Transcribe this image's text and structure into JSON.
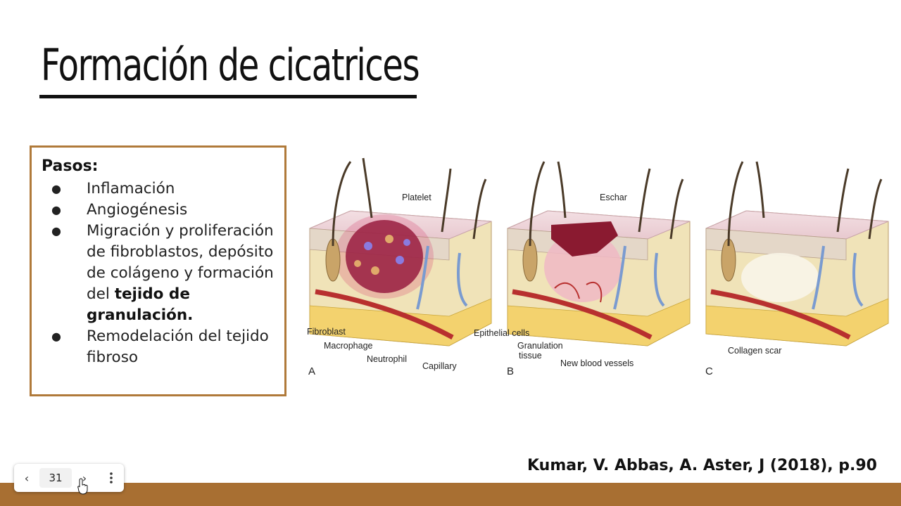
{
  "slide": {
    "title": "Formación de cicatrices",
    "citation": "Kumar, V. Abbas, A. Aster, J (2018), p.90"
  },
  "steps": {
    "heading": "Pasos:",
    "bullet": "●",
    "items": [
      {
        "text": "Inflamación"
      },
      {
        "text": "Angiogénesis"
      },
      {
        "text_before": "Migración y proliferación de fibroblastos, depósito de colágeno y formación del ",
        "text_bold": "tejido de granulación."
      },
      {
        "text": "Remodelación del tejido fibroso"
      }
    ]
  },
  "figure": {
    "panel_a": {
      "letter": "A",
      "labels": {
        "platelet": "Platelet",
        "fibroblast": "Fibroblast",
        "macrophage": "Macrophage",
        "neutrophil": "Neutrophil",
        "capillary": "Capillary"
      }
    },
    "panel_b": {
      "letter": "B",
      "labels": {
        "eschar": "Eschar",
        "epithelial_cells": "Epithelial cells",
        "granulation_1": "Granulation",
        "granulation_2": "tissue",
        "new_vessels": "New blood vessels"
      }
    },
    "panel_c": {
      "letter": "C",
      "labels": {
        "collagen_scar": "Collagen scar"
      }
    }
  },
  "toolbar": {
    "prev_icon": "‹",
    "page_number": "31",
    "next_icon": "›",
    "more_icon": "more-vertical-icon"
  },
  "colors": {
    "accent": "#a86f32",
    "box_border": "#b07a3a"
  }
}
